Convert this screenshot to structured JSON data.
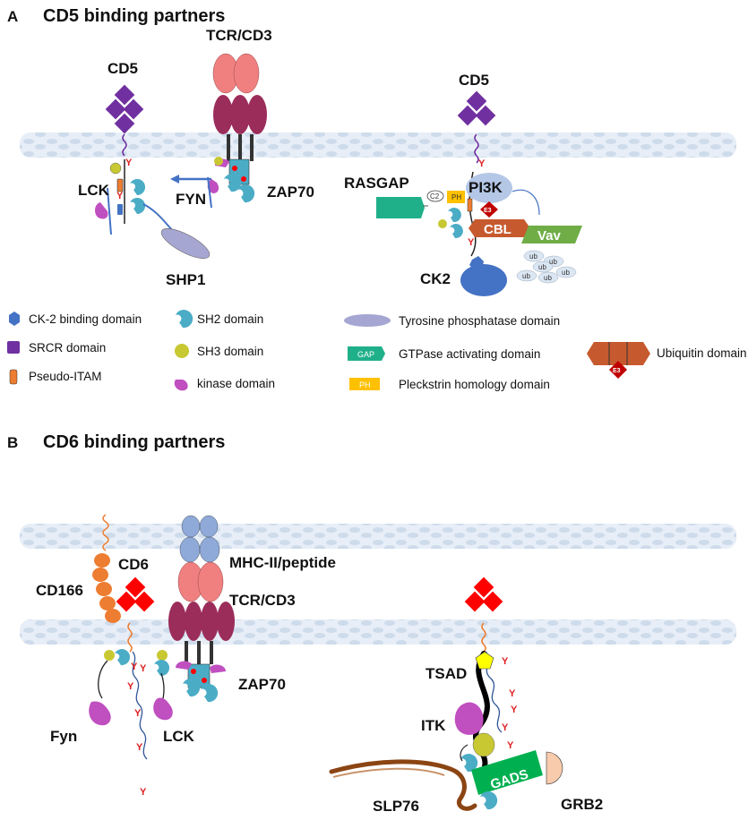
{
  "panel_a": {
    "letter": "A",
    "title": "CD5 binding partners",
    "labels": {
      "cd5_left": "CD5",
      "tcr_cd3": "TCR/CD3",
      "lck": "LCK",
      "fyn": "FYN",
      "zap70": "ZAP70",
      "shp1": "SHP1",
      "cd5_right": "CD5",
      "rasgap": "RASGAP",
      "pi3k": "PI3K",
      "cbl": "CBL",
      "vav": "Vav",
      "ck2": "CK2",
      "c2": "C2",
      "ph": "PH",
      "e3": "E3",
      "ub": "ub",
      "y": "Y"
    }
  },
  "legend": {
    "ck2_domain": "CK-2 binding domain",
    "srcr_domain": "SRCR domain",
    "pseudo_itam": "Pseudo-ITAM",
    "sh2_domain": "SH2 domain",
    "sh3_domain": "SH3 domain",
    "kinase_domain": "kinase domain",
    "tyrosine_phosphatase": "Tyrosine phosphatase domain",
    "gap_box": "GAP",
    "gtpase_domain": "GTPase activating domain",
    "ph_box": "PH",
    "pleckstrin_domain": "Pleckstrin homology domain",
    "ubiquitin_domain": "Ubiquitin domain",
    "e3": "E3"
  },
  "panel_b": {
    "letter": "B",
    "title": "CD6 binding partners",
    "labels": {
      "cd166": "CD166",
      "cd6": "CD6",
      "mhc": "MHC-II/peptide",
      "tcr_cd3": "TCR/CD3",
      "zap70": "ZAP70",
      "fyn": "Fyn",
      "lck": "LCK",
      "tsad": "TSAD",
      "itk": "ITK",
      "gads": "GADS",
      "grb2": "GRB2",
      "slp76": "SLP76",
      "y": "Y"
    }
  },
  "colors": {
    "membrane": "#dbe6f3",
    "srcr": "#7030a0",
    "cd6_srcr": "#ff0000",
    "sh2": "#4bacc6",
    "sh3": "#c8c832",
    "kinase": "#c04fc0",
    "phosphatase": "#a6a6d2",
    "gap": "#1fb08a",
    "ph": "#ffc000",
    "cbl": "#c65a2e",
    "vav": "#70ad47",
    "ck2": "#4472c4",
    "tcr_light": "#f08080",
    "tcr_dark": "#9b2d5a",
    "gads": "#00b050",
    "grb2": "#f8cbad",
    "slp76": "#8b4513",
    "tsad": "#ffff00",
    "cd166": "#ed7d31",
    "mhc": "#8fa9d8",
    "tyrosine": "#e02020"
  }
}
